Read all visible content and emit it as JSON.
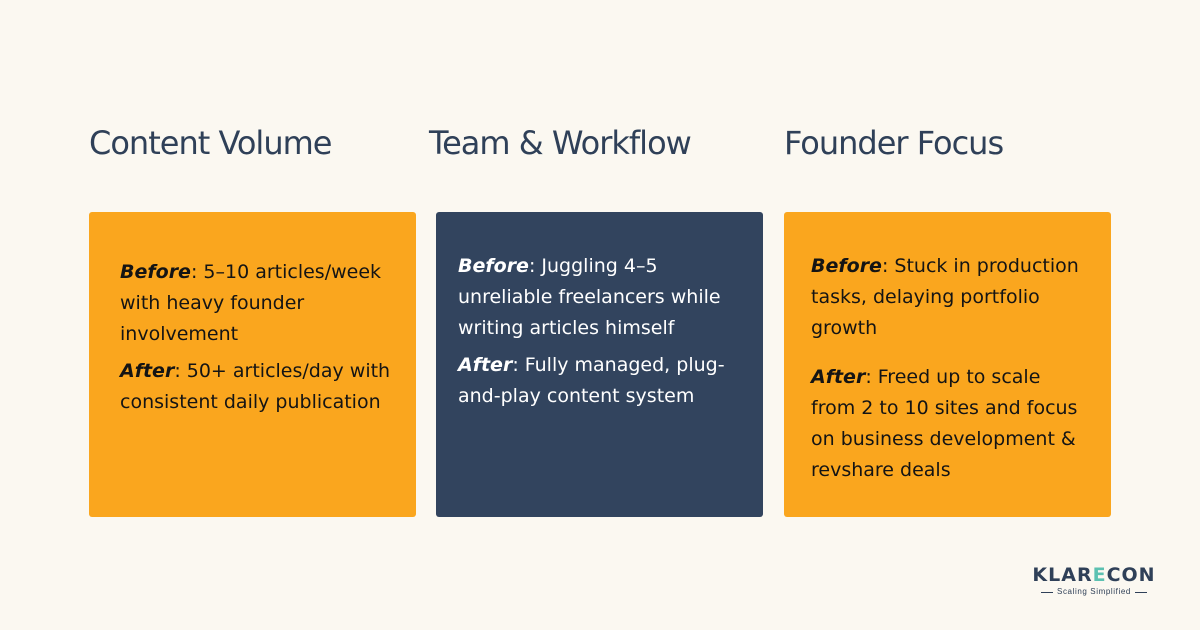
{
  "columns": [
    {
      "heading": "Content Volume",
      "before_label": "Before",
      "before_text": ": 5–10 articles/week with heavy founder involvement",
      "after_label": "After",
      "after_text": ": 50+ articles/day with consistent daily publication"
    },
    {
      "heading": "Team & Workflow",
      "before_label": "Before",
      "before_text": ": Juggling 4–5 unreliable freelancers while writing articles himself",
      "after_label": "After",
      "after_text": ": Fully managed, plug-and-play content system"
    },
    {
      "heading": "Founder Focus",
      "before_label": "Before",
      "before_text": ": Stuck in production tasks, delaying portfolio growth",
      "after_label": "After",
      "after_text": ": Freed up to scale from 2 to 10 sites and focus on business development & revshare deals"
    }
  ],
  "colors": {
    "background": "#fbf8f1",
    "heading": "#2f4058",
    "orange_card": "#faa61e",
    "navy_card": "#32445e",
    "logo_accent": "#5cc1b1"
  },
  "logo": {
    "name_part1": "KLAR",
    "name_accent": "E",
    "name_part2": "CON",
    "tagline": "Scaling Simplified"
  }
}
